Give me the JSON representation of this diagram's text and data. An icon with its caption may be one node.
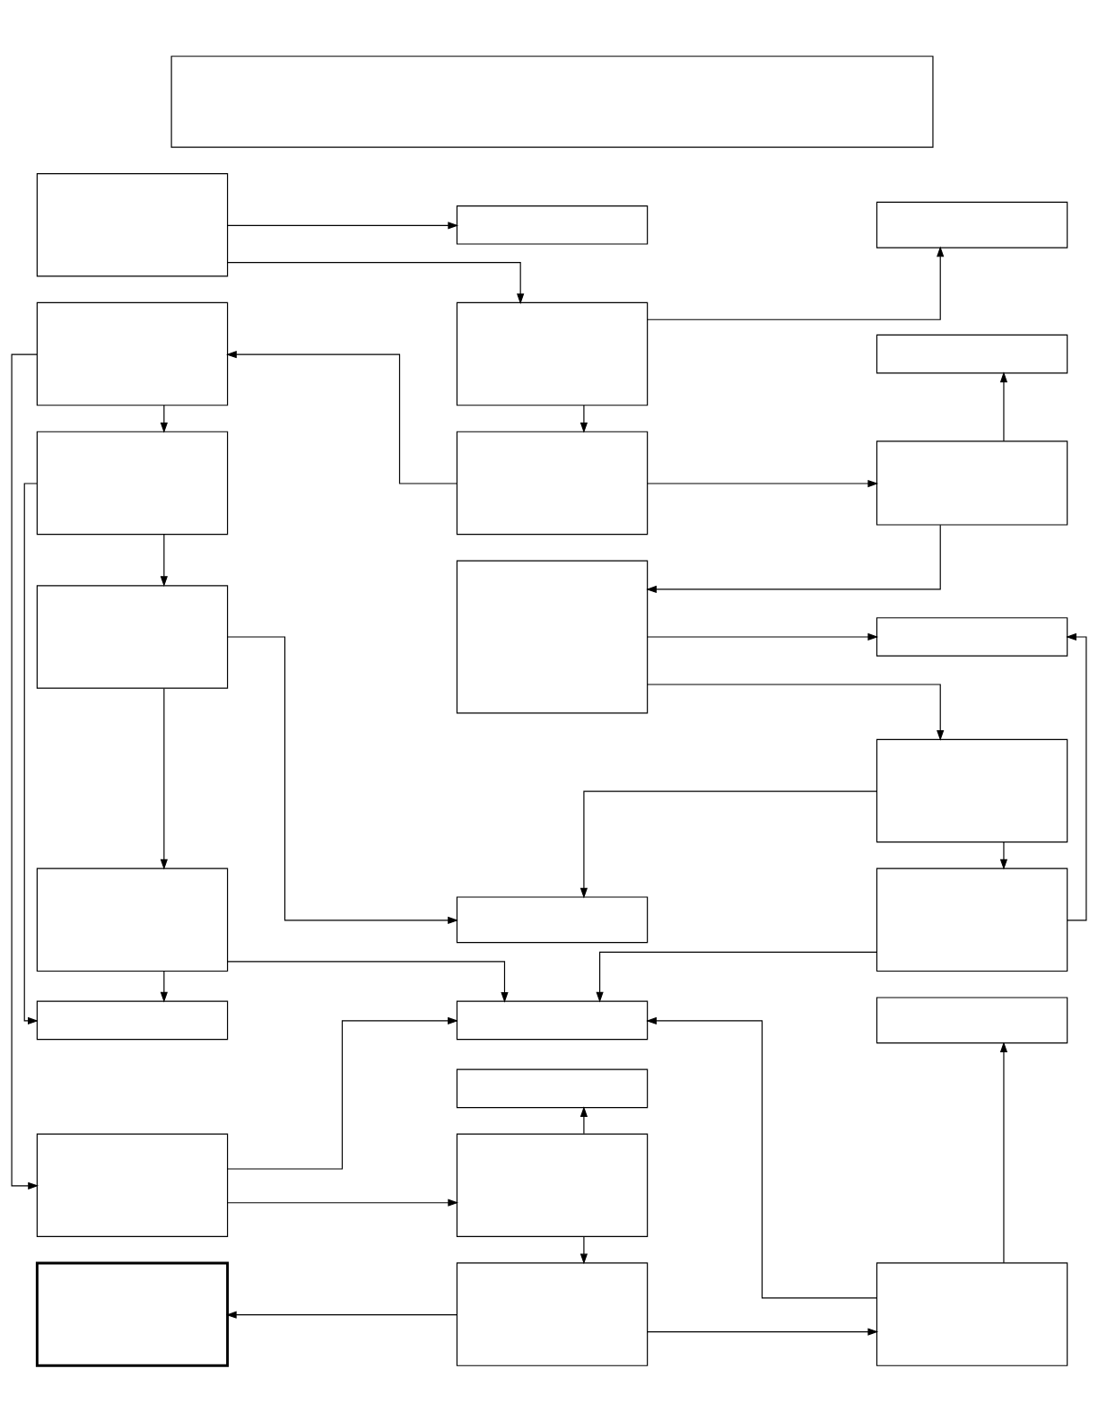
{
  "diagram": {
    "nodes": [
      {
        "text": [],
        "shape": "box"
      },
      {
        "text": [],
        "shape": "box"
      },
      {
        "text": [],
        "shape": "box"
      },
      {
        "text": [],
        "shape": "box"
      },
      {
        "text": [],
        "shape": "box"
      },
      {
        "text": [],
        "shape": "box"
      },
      {
        "text": [],
        "shape": "box"
      },
      {
        "text": [],
        "shape": "box"
      },
      {
        "text": [],
        "shape": "box"
      },
      {
        "text": [],
        "shape": "box"
      },
      {
        "text": [],
        "shape": "box"
      },
      {
        "text": [],
        "shape": "box"
      },
      {
        "text": [],
        "shape": "box"
      },
      {
        "text": [],
        "shape": "box"
      },
      {
        "text": [],
        "shape": "box"
      },
      {
        "text": [],
        "shape": "box"
      },
      {
        "text": [],
        "shape": "box"
      },
      {
        "text": [],
        "shape": "box"
      },
      {
        "text": [],
        "shape": "box"
      },
      {
        "text": [],
        "shape": "box"
      },
      {
        "text": [],
        "shape": "box"
      },
      {
        "text": [],
        "shape": "box"
      },
      {
        "text": [],
        "shape": "box"
      },
      {
        "text": [],
        "shape": "box"
      },
      {
        "text": [],
        "shape": "box"
      },
      {
        "text": [],
        "shape": "box"
      }
    ],
    "edges": [
      {
        "from": 1,
        "to": 9,
        "arrow": "to"
      },
      {
        "from": 1,
        "to": 10,
        "arrow": "to"
      },
      {
        "from": 10,
        "to": 18,
        "arrow": "to"
      },
      {
        "from": 10,
        "to": 11,
        "arrow": "to"
      },
      {
        "from": 11,
        "to": 2,
        "arrow": "to"
      },
      {
        "from": 11,
        "to": 20,
        "arrow": "to"
      },
      {
        "from": 20,
        "to": 19,
        "arrow": "to"
      },
      {
        "from": 20,
        "to": 12,
        "arrow": "to"
      },
      {
        "from": 12,
        "to": 21,
        "arrow": "to"
      },
      {
        "from": 12,
        "to": 22,
        "arrow": "to"
      },
      {
        "from": 22,
        "to": 13,
        "arrow": "to"
      },
      {
        "from": 22,
        "to": 23,
        "arrow": "to"
      },
      {
        "from": 23,
        "to": 14,
        "arrow": "to"
      },
      {
        "from": 23,
        "to": 21,
        "arrow": "to"
      },
      {
        "from": 2,
        "to": 3,
        "arrow": "to"
      },
      {
        "from": 3,
        "to": 4,
        "arrow": "to"
      },
      {
        "from": 4,
        "to": 5,
        "arrow": "to"
      },
      {
        "from": 5,
        "to": 6,
        "arrow": "to"
      },
      {
        "from": 3,
        "to": 6,
        "arrow": "to"
      },
      {
        "from": 2,
        "to": 7,
        "arrow": "to"
      },
      {
        "from": 4,
        "to": 13,
        "arrow": "to"
      },
      {
        "from": 5,
        "to": 14,
        "arrow": "to"
      },
      {
        "from": 7,
        "to": 14,
        "arrow": "to"
      },
      {
        "from": 25,
        "to": 14,
        "arrow": "to"
      },
      {
        "from": 16,
        "to": 15,
        "arrow": "to"
      },
      {
        "from": 7,
        "to": 16,
        "arrow": "to"
      },
      {
        "from": 16,
        "to": 17,
        "arrow": "to"
      },
      {
        "from": 17,
        "to": 8,
        "arrow": "to"
      },
      {
        "from": 17,
        "to": 25,
        "arrow": "to"
      },
      {
        "from": 25,
        "to": 24,
        "arrow": "to"
      }
    ]
  }
}
